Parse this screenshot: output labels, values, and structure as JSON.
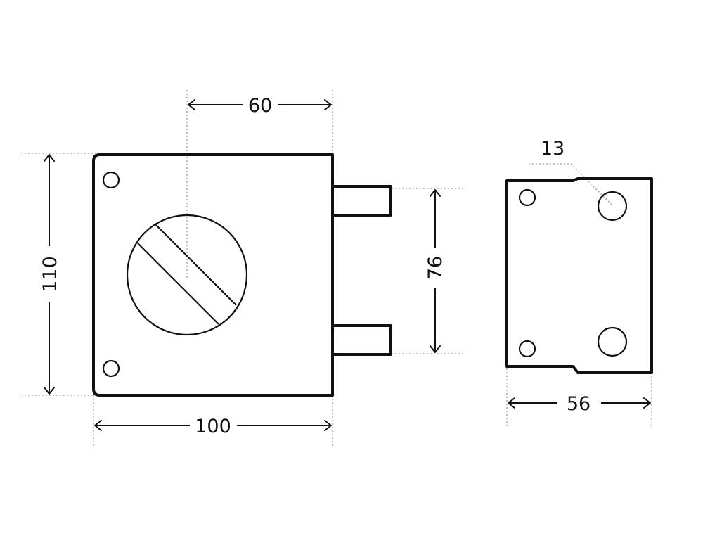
{
  "dimensions": {
    "width_top": "60",
    "height_left": "110",
    "width_bottom": "100",
    "bolt_spacing": "76",
    "hole_diameter": "13",
    "side_width": "56"
  }
}
